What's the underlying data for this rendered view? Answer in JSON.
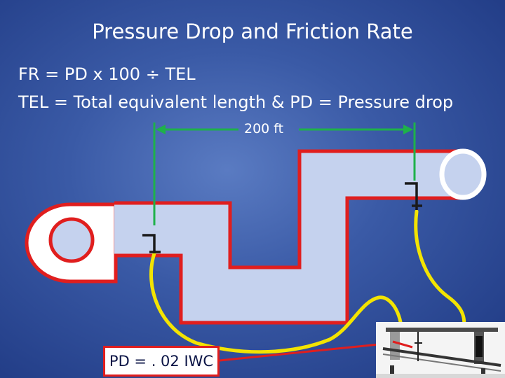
{
  "title": "Pressure Drop and Friction Rate",
  "formula": "FR = PD x 100 ÷ TEL",
  "definitions": "TEL = Total equivalent length & PD = Pressure drop",
  "dimension_label": "200 ft",
  "pd_label": "PD = . 02 IWC",
  "colors": {
    "background": "#3a5aa6",
    "duct_fill": "#c5d2ee",
    "duct_outline": "#e01e1e",
    "dimension_line": "#1eb14a",
    "tubing": "#f3e400",
    "probe": "#1a1a1a"
  }
}
